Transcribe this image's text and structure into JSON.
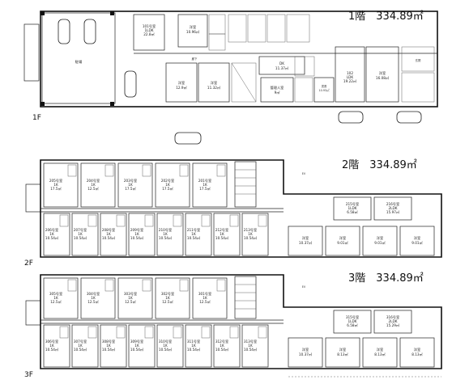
{
  "floors": [
    {
      "title": "1階　334.89㎡",
      "mark": "1F",
      "labels": {
        "parking": "駐場",
        "room101": "101号室",
        "room101_type": "1LDK",
        "room101_area": "22.8㎡",
        "yoshitsu_1": "洋室",
        "yoshitsu_1_area": "10.96㎡",
        "yoshitsu_2": "洋室",
        "yoshitsu_2_area": "12.9㎡",
        "yoshitsu_3": "洋室",
        "yoshitsu_3_area": "11.32㎡",
        "kitchen": "DK",
        "kitchen_area": "11.37㎡",
        "kanrinin": "管理人室",
        "kanrinin_area": "9㎡",
        "shosai": "書斎",
        "shosai_area": "10.93㎡",
        "room102": "102",
        "room102_type": "LDK",
        "room102_area": "19.22㎡",
        "yoshitsu_4": "洋室",
        "yoshitsu_4_area": "16.08㎡",
        "rouka": "廊下",
        "genkan": "玄関"
      }
    },
    {
      "title": "2階　334.89㎡",
      "mark": "2F",
      "top_rooms": [
        {
          "name": "205号室",
          "type": "1K",
          "area": "17.5㎡"
        },
        {
          "name": "204号室",
          "type": "1K",
          "area": "12.5㎡"
        },
        {
          "name": "203号室",
          "type": "1K",
          "area": "17.5㎡"
        },
        {
          "name": "202号室",
          "type": "1K",
          "area": "17.5㎡"
        },
        {
          "name": "201号室",
          "type": "1K",
          "area": "17.5㎡"
        }
      ],
      "bottom_rooms": [
        {
          "name": "206号室",
          "type": "1K",
          "area": "10.54㎡"
        },
        {
          "name": "207号室",
          "type": "1K",
          "area": "10.54㎡"
        },
        {
          "name": "208号室",
          "type": "1K",
          "area": "10.54㎡"
        },
        {
          "name": "209号室",
          "type": "1K",
          "area": "10.54㎡"
        },
        {
          "name": "210号室",
          "type": "1K",
          "area": "10.54㎡"
        },
        {
          "name": "211号室",
          "type": "1K",
          "area": "10.54㎡"
        },
        {
          "name": "212号室",
          "type": "1K",
          "area": "10.54㎡"
        },
        {
          "name": "213号室",
          "type": "1K",
          "area": "10.54㎡"
        }
      ],
      "right_units": [
        {
          "name": "215号室",
          "type": "1LDK",
          "area": "6.58㎡"
        },
        {
          "name": "216号室",
          "type": "2LDK",
          "area": "15.97㎡"
        }
      ],
      "right_rooms": [
        {
          "name": "洋室",
          "area": "10.37㎡"
        },
        {
          "name": "洋室",
          "area": "9.01㎡"
        },
        {
          "name": "洋室",
          "area": "9.01㎡"
        },
        {
          "name": "洋室",
          "area": "9.01㎡"
        }
      ],
      "ev": "EV"
    },
    {
      "title": "3階　334.89㎡",
      "mark": "3F",
      "top_rooms": [
        {
          "name": "305号室",
          "type": "1K",
          "area": "12.5㎡"
        },
        {
          "name": "304号室",
          "type": "1K",
          "area": "12.5㎡"
        },
        {
          "name": "303号室",
          "type": "1K",
          "area": "12.5㎡"
        },
        {
          "name": "302号室",
          "type": "1K",
          "area": "12.5㎡"
        },
        {
          "name": "301号室",
          "type": "1K",
          "area": "12.5㎡"
        }
      ],
      "bottom_rooms": [
        {
          "name": "306号室",
          "type": "1K",
          "area": "10.54㎡"
        },
        {
          "name": "307号室",
          "type": "1K",
          "area": "10.54㎡"
        },
        {
          "name": "308号室",
          "type": "1K",
          "area": "10.54㎡"
        },
        {
          "name": "309号室",
          "type": "1K",
          "area": "10.54㎡"
        },
        {
          "name": "310号室",
          "type": "1K",
          "area": "10.54㎡"
        },
        {
          "name": "311号室",
          "type": "1K",
          "area": "10.54㎡"
        },
        {
          "name": "312号室",
          "type": "1K",
          "area": "10.54㎡"
        },
        {
          "name": "313号室",
          "type": "1K",
          "area": "10.54㎡"
        }
      ],
      "right_units": [
        {
          "name": "315号室",
          "type": "1LDK",
          "area": "6.58㎡"
        },
        {
          "name": "316号室",
          "type": "2LDK",
          "area": "15.29㎡"
        }
      ],
      "right_rooms": [
        {
          "name": "洋室",
          "area": "10.37㎡"
        },
        {
          "name": "洋室",
          "area": "8.13㎡"
        },
        {
          "name": "洋室",
          "area": "8.13㎡"
        },
        {
          "name": "洋室",
          "area": "8.13㎡"
        }
      ],
      "ev": "EV"
    }
  ]
}
